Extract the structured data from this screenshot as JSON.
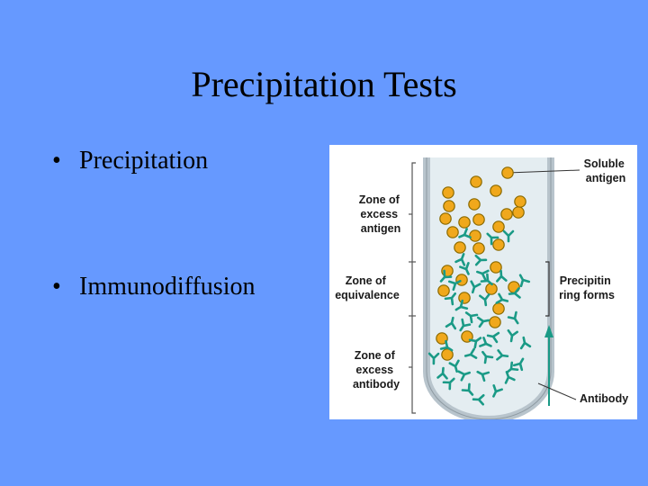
{
  "slide": {
    "title": "Precipitation Tests",
    "bullets": [
      "Precipitation",
      "Immunodiffusion"
    ]
  },
  "figure": {
    "zones": {
      "excess_antigen": [
        "Zone of",
        "excess",
        "antigen"
      ],
      "equivalence": [
        "Zone of",
        "equivalence"
      ],
      "excess_antibody": [
        "Zone of",
        "excess",
        "antibody"
      ]
    },
    "callouts": {
      "soluble_antigen": [
        "Soluble",
        "antigen"
      ],
      "precipitin_ring": [
        "Precipitin",
        "ring forms"
      ],
      "antibody": [
        "Antibody"
      ]
    },
    "colors": {
      "antigen": "#f0a81c",
      "antigen_outline": "#8a6a00",
      "antibody": "#1a9a86",
      "tube": "#b8c4cc",
      "fluid": "#e4edf1"
    }
  }
}
